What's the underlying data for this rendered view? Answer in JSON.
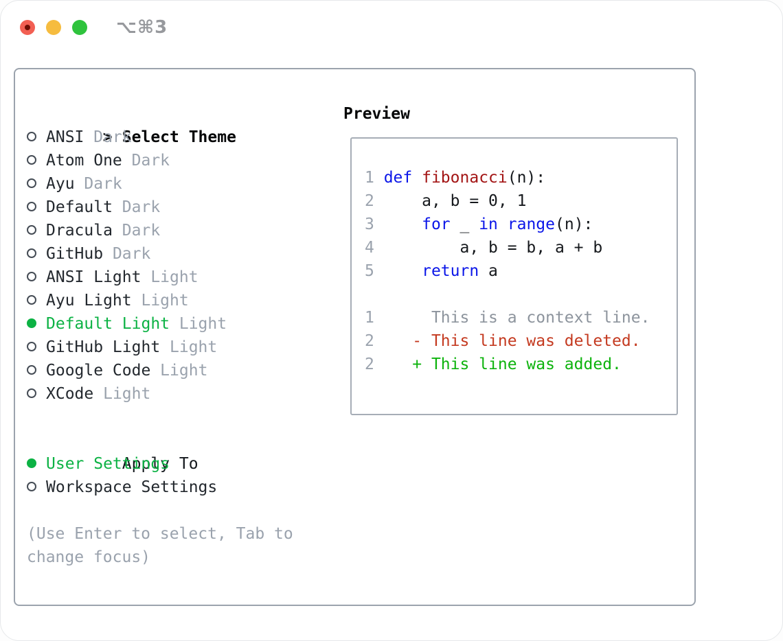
{
  "colors": {
    "accent_green": "#0cb244",
    "diff_added_green": "#0db30d",
    "diff_deleted_red": "#c43a20",
    "keyword_blue": "#0b16e8",
    "function_red": "#a31515",
    "muted_gray": "#9aa2ad",
    "context_gray": "#8d949d",
    "panel_border": "#9ba3ad",
    "preview_border": "#a6adb6",
    "traffic_red": "#f25f53",
    "traffic_yellow": "#f6bc3f",
    "traffic_green": "#2fc33d"
  },
  "window": {
    "title": "⌥⌘3"
  },
  "picker": {
    "cursor": ">",
    "heading": "Select Theme",
    "items": [
      {
        "name": "ANSI",
        "variant": "Dark",
        "selected": false
      },
      {
        "name": "Atom One",
        "variant": "Dark",
        "selected": false
      },
      {
        "name": "Ayu",
        "variant": "Dark",
        "selected": false
      },
      {
        "name": "Default",
        "variant": "Dark",
        "selected": false
      },
      {
        "name": "Dracula",
        "variant": "Dark",
        "selected": false
      },
      {
        "name": "GitHub",
        "variant": "Dark",
        "selected": false
      },
      {
        "name": "ANSI Light",
        "variant": "Light",
        "selected": false
      },
      {
        "name": "Ayu Light",
        "variant": "Light",
        "selected": false
      },
      {
        "name": "Default Light",
        "variant": "Light",
        "selected": true
      },
      {
        "name": "GitHub Light",
        "variant": "Light",
        "selected": false
      },
      {
        "name": "Google Code",
        "variant": "Light",
        "selected": false
      },
      {
        "name": "XCode",
        "variant": "Light",
        "selected": false
      }
    ]
  },
  "apply_to": {
    "heading": "Apply To",
    "options": [
      {
        "label": "User Settings",
        "selected": true
      },
      {
        "label": "Workspace Settings",
        "selected": false
      }
    ]
  },
  "help": {
    "lines": [
      "(Use Enter to select, Tab to",
      "change focus)"
    ]
  },
  "preview": {
    "heading": "Preview",
    "code_lines": [
      [
        [
          "ln",
          "1 "
        ],
        [
          "kw",
          "def"
        ],
        [
          "tx",
          " "
        ],
        [
          "fn",
          "fibonacci"
        ],
        [
          "tx",
          "(n):"
        ]
      ],
      [
        [
          "ln",
          "2 "
        ],
        [
          "tx",
          "    a, b = 0, 1"
        ]
      ],
      [
        [
          "ln",
          "3 "
        ],
        [
          "tx",
          "    "
        ],
        [
          "kw",
          "for"
        ],
        [
          "tx",
          " _ "
        ],
        [
          "kw",
          "in"
        ],
        [
          "tx",
          " "
        ],
        [
          "kw",
          "range"
        ],
        [
          "tx",
          "(n):"
        ]
      ],
      [
        [
          "ln",
          "4 "
        ],
        [
          "tx",
          "        a, b = b, a + b"
        ]
      ],
      [
        [
          "ln",
          "5 "
        ],
        [
          "tx",
          "    "
        ],
        [
          "kw",
          "return"
        ],
        [
          "tx",
          " a"
        ]
      ]
    ],
    "diff_lines": [
      [
        [
          "ln",
          "1"
        ],
        [
          "ctx",
          "      This is a context line."
        ]
      ],
      [
        [
          "ln",
          "2"
        ],
        [
          "del",
          "    - This line was deleted."
        ]
      ],
      [
        [
          "ln",
          "2"
        ],
        [
          "add",
          "    + This line was added."
        ]
      ]
    ]
  }
}
